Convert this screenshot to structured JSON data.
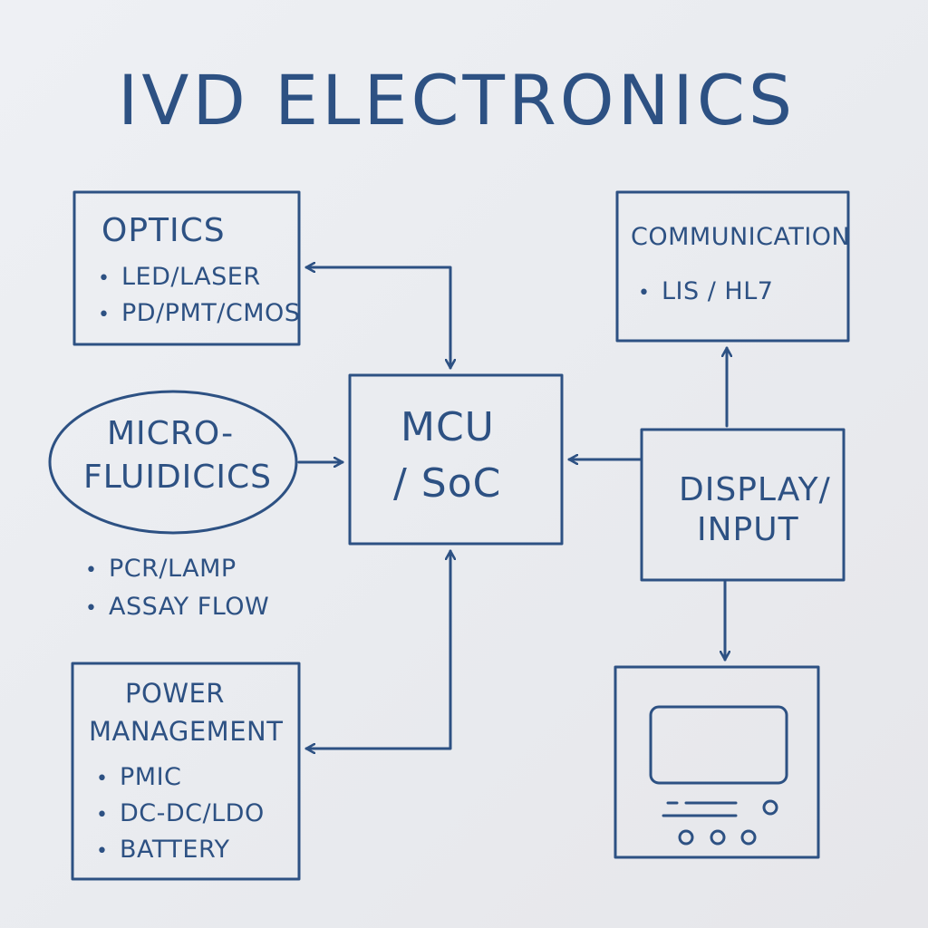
{
  "title": "IVD ELECTRONICS",
  "colors": {
    "ink": "#2d5183",
    "background": "#eceef2"
  },
  "nodes": {
    "optics": {
      "title": "OPTICS",
      "bullets": [
        "LED/LASER",
        "PD/PMT/CMOS"
      ]
    },
    "microfluidics": {
      "title_line1": "MICRO-",
      "title_line2": "FLUIDICICS",
      "bullets": [
        "PCR/LAMP",
        "ASSAY FLOW"
      ]
    },
    "mcu": {
      "line1": "MCU",
      "line2": "/ SoC"
    },
    "power": {
      "title_line1": "POWER",
      "title_line2": "MANAGEMENT",
      "bullets": [
        "PMIC",
        "DC-DC/LDO",
        "BATTERY"
      ]
    },
    "communication": {
      "title": "COMMUNICATION",
      "bullets": [
        "LIS / HL7"
      ]
    },
    "display": {
      "line1": "DISPLAY/",
      "line2": "INPUT"
    },
    "device": {
      "icon": "device-screen-icon"
    }
  }
}
